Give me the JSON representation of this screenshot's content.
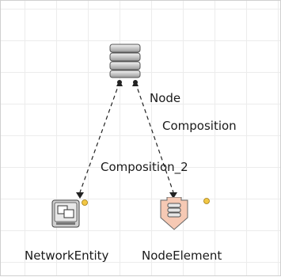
{
  "diagram": {
    "nodes": {
      "node": {
        "icon": "server-stack-icon",
        "label": ""
      },
      "network_entity": {
        "icon": "network-computers-icon",
        "label": "NetworkEntity"
      },
      "node_element": {
        "icon": "node-element-shield-icon",
        "label": "NodeElement"
      }
    },
    "edges": {
      "composition": {
        "label": "Composition",
        "source_label": "Node"
      },
      "composition_2": {
        "label": "Composition_2"
      }
    },
    "colors": {
      "grid": "#ececec",
      "edge": "#222222",
      "badge": "#f2c744",
      "node_element_fill": "#f6c9b4"
    }
  }
}
